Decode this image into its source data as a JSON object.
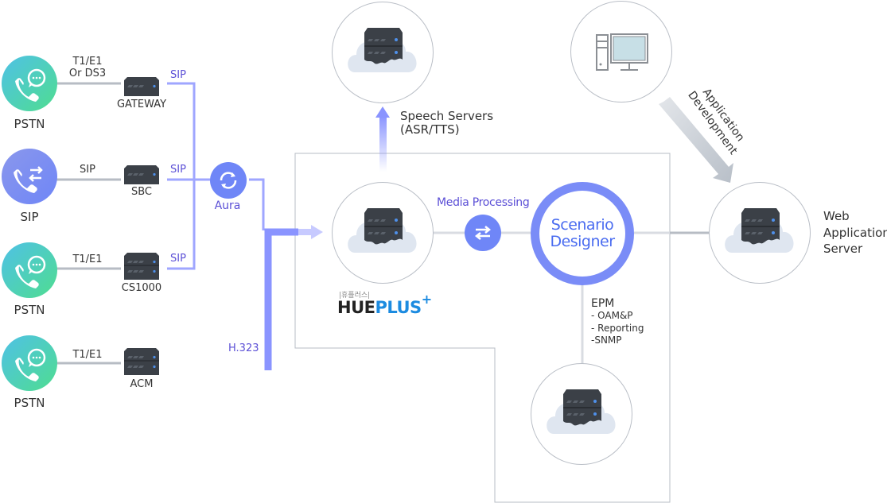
{
  "colors": {
    "pstn_gradient": [
      "#4fc1e6",
      "#4fdd90"
    ],
    "sip_gradient": [
      "#8a97ec",
      "#6f86f7"
    ],
    "accent_blue": "#6e86ff",
    "label_purple": "#5b4fd6",
    "line_gray": "#b7bcc4",
    "server_dark": "#3b4047",
    "cloud": "#dfe6f0"
  },
  "endpoints": [
    {
      "label": "PSTN",
      "type": "pstn",
      "icon": "phone-chat-icon"
    },
    {
      "label": "SIP",
      "type": "sip",
      "icon": "phone-transfer-icon"
    },
    {
      "label": "PSTN",
      "type": "pstn",
      "icon": "phone-chat-icon"
    },
    {
      "label": "PSTN",
      "type": "pstn",
      "icon": "phone-chat-icon"
    }
  ],
  "links": [
    {
      "line1": "T1/E1",
      "line2": "Or DS3"
    },
    {
      "line1": "SIP"
    },
    {
      "line1": "T1/E1"
    },
    {
      "line1": "T1/E1"
    }
  ],
  "devices": [
    {
      "label": "GATEWAY",
      "out": "SIP"
    },
    {
      "label": "SBC",
      "out": "SIP"
    },
    {
      "label": "CS1000",
      "out": "SIP"
    },
    {
      "label": "ACM",
      "out": "H.323"
    }
  ],
  "aura": {
    "label": "Aura"
  },
  "hueplus": {
    "korean": "|휴플러스|",
    "dark": "HUE",
    "blue": "PLUS",
    "plus": "+"
  },
  "speech": {
    "line1": "Speech Servers",
    "line2": "(ASR/TTS)"
  },
  "media_processing": {
    "label": "Media Processing"
  },
  "scenario": {
    "line1": "Scenario",
    "line2": "Designer"
  },
  "app_dev": {
    "line1": "Application",
    "line2": "Development"
  },
  "web_server": {
    "line1": "Web",
    "line2": "Application",
    "line3": "Server"
  },
  "epm": {
    "title": "EPM",
    "items": [
      "- OAM&P",
      "- Reporting",
      "-SNMP"
    ]
  }
}
